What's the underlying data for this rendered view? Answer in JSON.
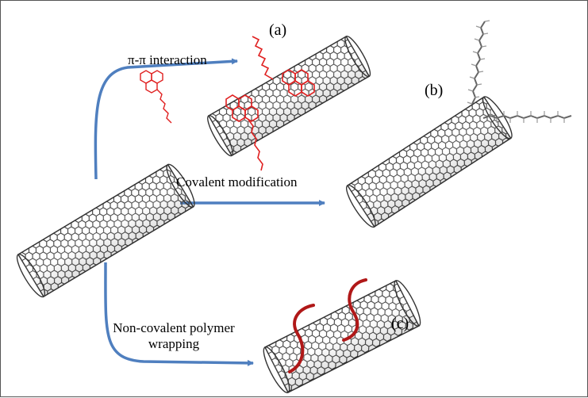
{
  "labels": {
    "pi_interaction": "π-π interaction",
    "covalent": "Covalent modification",
    "noncovalent_line1": "Non-covalent polymer",
    "noncovalent_line2": "wrapping"
  },
  "panels": {
    "a": "(a)",
    "b": "(b)",
    "c": "(c)"
  },
  "colors": {
    "arrow": "#4f7fbf",
    "tube": "#333333",
    "pyrene": "#e02020",
    "polymer": "#b01818",
    "chain": "#666666"
  }
}
